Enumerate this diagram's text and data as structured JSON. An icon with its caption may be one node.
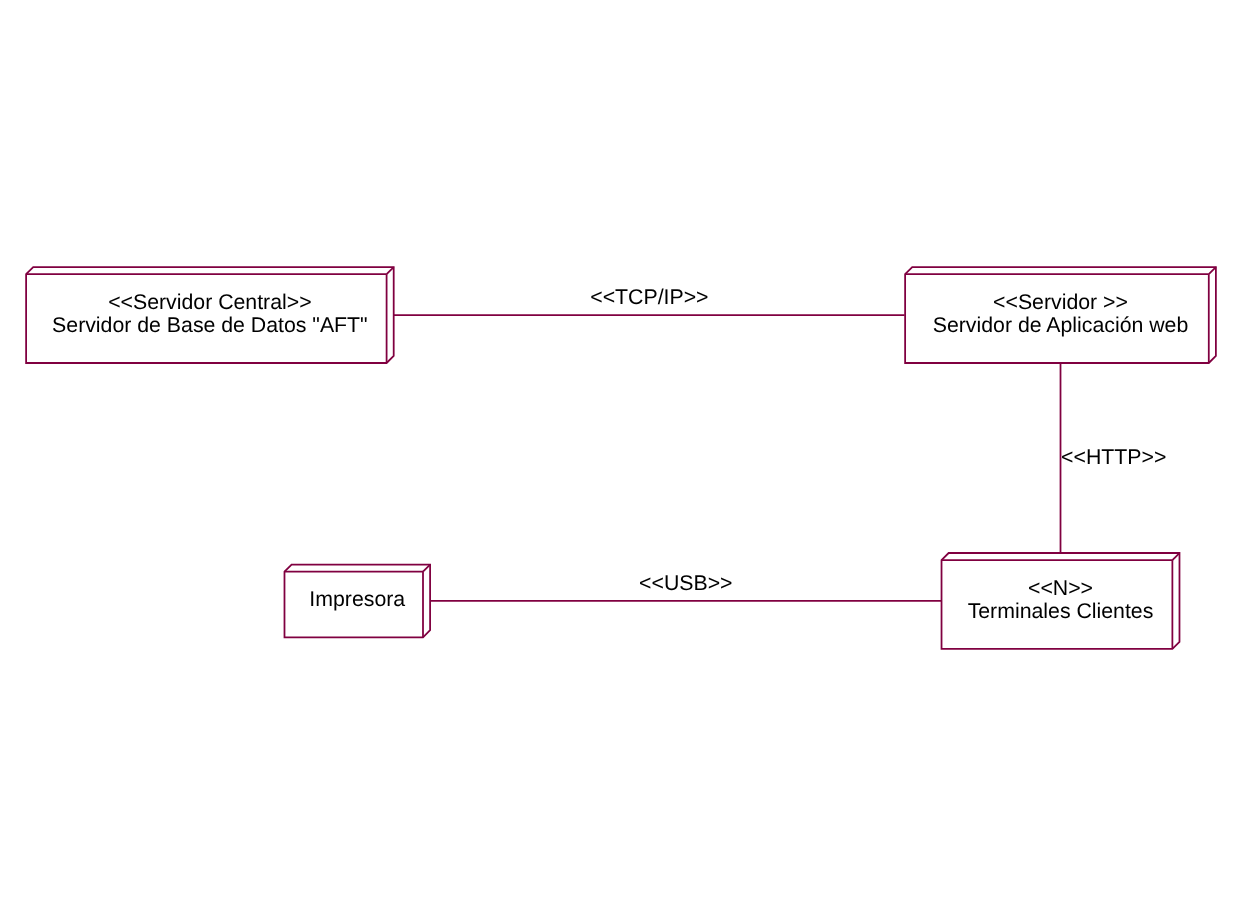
{
  "diagram": {
    "nodes": [
      {
        "text": [
          "<<Servidor Central>>",
          "Servidor de Base de Datos \"AFT\""
        ]
      },
      {
        "text": [
          "<<Servidor >>",
          "Servidor de Aplicación web"
        ]
      },
      {
        "text": [
          "Impresora"
        ]
      },
      {
        "text": [
          "<<N>>",
          "Terminales Clientes"
        ]
      }
    ],
    "edges": [
      {
        "from": 0,
        "to": 1,
        "arrow": "none",
        "label": "<<TCP/IP>>"
      },
      {
        "from": 1,
        "to": 3,
        "arrow": "none",
        "label": "<<HTTP>>"
      },
      {
        "from": 2,
        "to": 3,
        "arrow": "none",
        "label": "<<USB>>"
      }
    ]
  }
}
